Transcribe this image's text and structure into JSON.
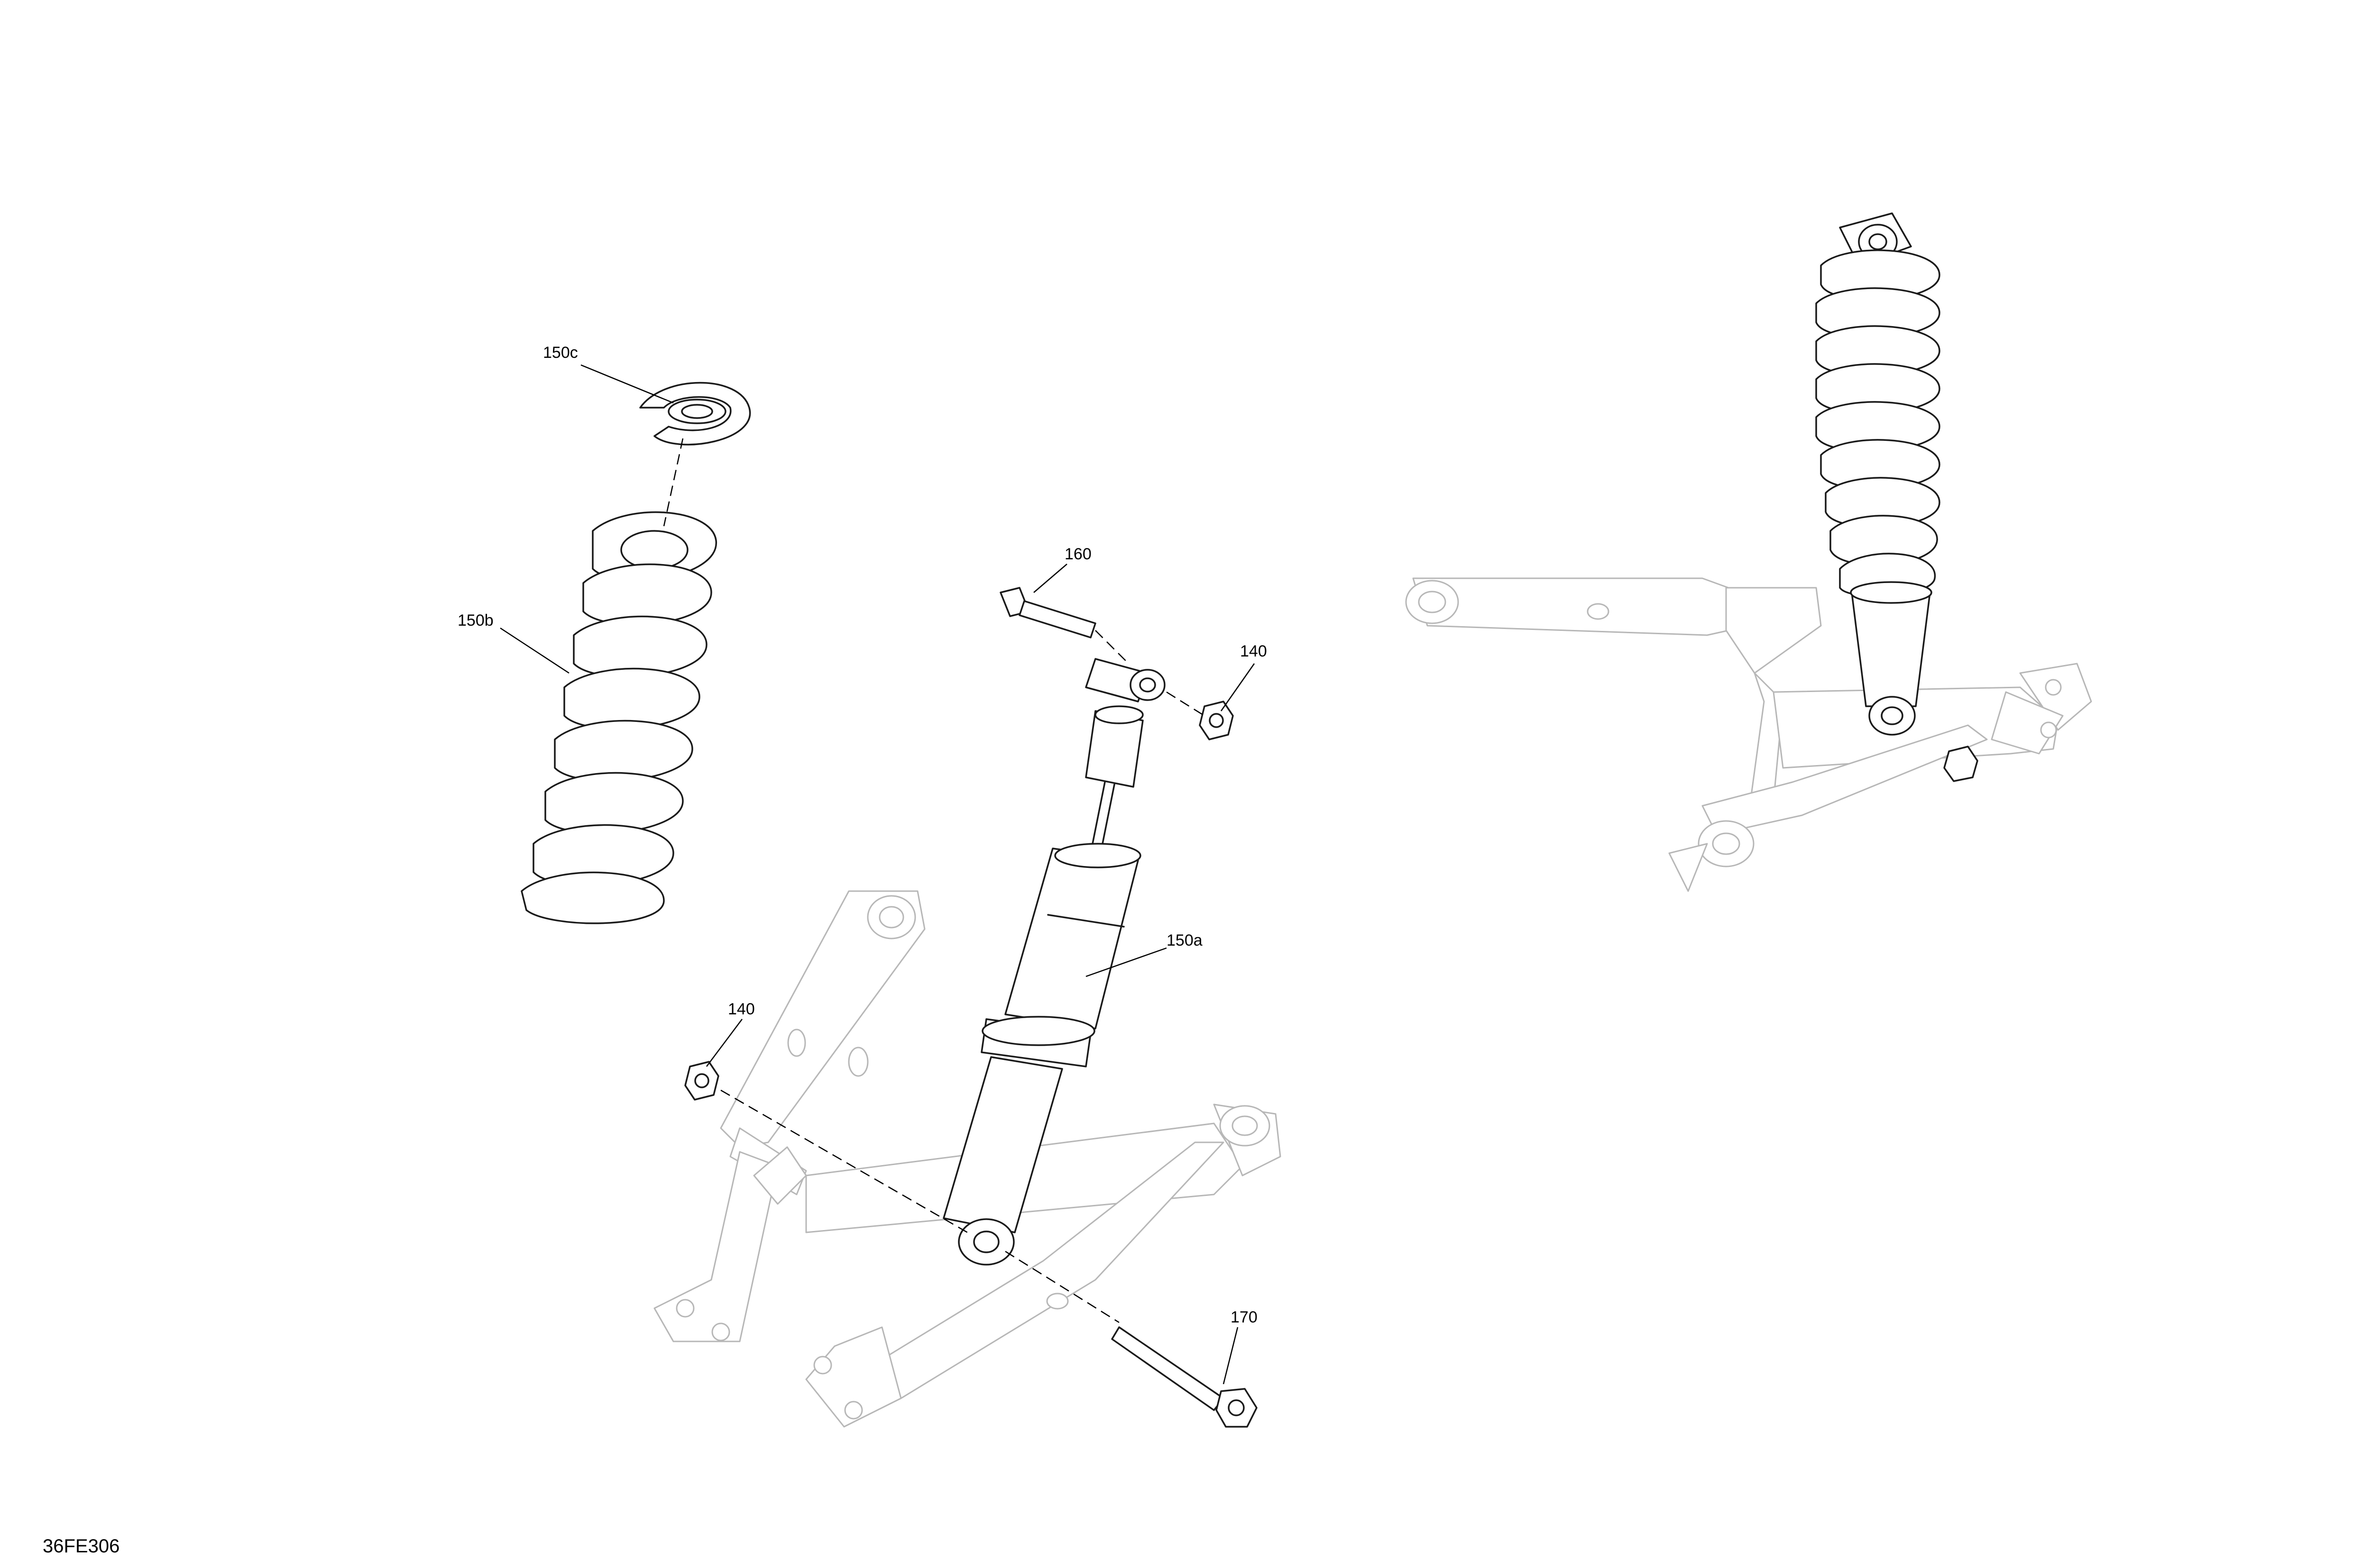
{
  "diagram": {
    "figure_id": "36FE306",
    "callouts": {
      "c150c": "150c",
      "c150b": "150b",
      "c160": "160",
      "c140_top": "140",
      "c150a": "150a",
      "c140_left": "140",
      "c170": "170"
    },
    "line_color": "#1a1a1a",
    "ghost_color": "#b7b7b7"
  }
}
